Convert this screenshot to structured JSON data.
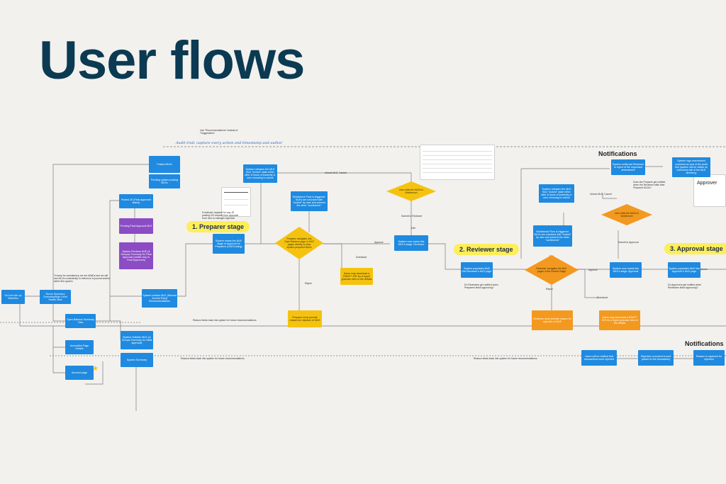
{
  "title": "User flows",
  "annotations": {
    "audit_trail": "Audit trail: capture every action and timestamp and author",
    "recommendations_note": "Use \"Recommendations\" instead of \"Suggestions\""
  },
  "stages": {
    "preparer": "1. Preparer stage",
    "reviewer": "2. Reviewer stage",
    "approval": "3. Approval stage"
  },
  "headings": {
    "notifications_top": "Notifications",
    "notifications_bottom": "Notifications"
  },
  "approver_card": {
    "label": "Approver"
  },
  "notes": {
    "consistency": "To keep for consistency, we are MitsDs and we will use MLDs consistently in reference to journal entries within this system",
    "reviewer_notified": "Do Reviewers get notified when Preparers finish approving?",
    "approvers_notified": "Do Approvers get notified when Reviewers finish approving?",
    "preparer_notified": "Does the Preparer get notified when the Reviewer edits their Prepared MLDs?",
    "feedback": "Reason feeds back into system for future recommendations",
    "feedback_2": "Reason feeds back into system for future recommendations",
    "feedback_3": "Reason feeds back into system for future recommendations",
    "review_required": "If reviewer required for any JE posting OG request from approval from new to manager approval",
    "edit": "Edit",
    "edit_2": "Edit",
    "reject": "Reject",
    "reject_2": "Reject",
    "approve": "Approve",
    "approve_2": "Approve",
    "approve_3": "Approve",
    "download": "Download",
    "download_2": "Download",
    "submit_reviewer": "Submit to Reviewer",
    "submit_approval": "Submit to Approval",
    "unlock_cancel": "Unlock MLE, Cancel",
    "unlock_cancel_2": "Unlock MLE, Cancel"
  },
  "nodes": {
    "go_from_tier": "Go from tier up Selection",
    "recon_summary": "Recon Summary Summary/High Level Health View",
    "open_balance": "Open Balance Summary View",
    "anomalies": "Anomalies Page Details",
    "account_page": "Account page",
    "posted_mles": "Posted MLEs",
    "pending_posting": "Pending system posting MLEs",
    "posted_je": "Posted JE (Final approved status)",
    "pending_final": "Pending Final Approval MLE",
    "system_reviews": "System Reviews MJE (& Groups) Summary for Final Approval (visible only to Final Approvers)",
    "system_creates_mle": "System creates MLE (Manual Journal Entry) Recommendations",
    "system_suitable": "System Suitable MLE (or Groups Summary for initial approval)",
    "system_summary": "System Summary",
    "system_marks_stage": "System marks the MLE stage of approval for Preparers (USD/Listing)",
    "system_releases_lock": "System releases the MLE from \"locked\" state either after 8 hours of inactivity or user choosing to unlock",
    "workbench_flow": "Workbench Flow is triggered. MLEs are unlocked with \"locked\" by user and present the other \"workbench\"",
    "system_marks_reviewer": "System now marks this MLE's stage: Reviewer",
    "system_populates_mle": "System populates MLE into Reviewer's MLE page",
    "users_download": "Users may download a DRAFT JVD for a hyper granular view of the details",
    "preparer_reason": "Preparer must provide reason for rejection of MLE",
    "reviewer_reason": "Reviewer must provide reason for rejection of MLE",
    "system_releases_lock_2": "System releases the MLE from \"locked\" state either after 8 hours of inactivity or user choosing to unlock",
    "workbench_flow_2": "Workbench Flow is triggered. MLEs are unlocked with \"locked\" by user and present the other \"workbench\"",
    "system_marks_approval": "System now marks this MLE's stage: Approval",
    "users_download_2": "Users may download a DRAFT JVD for a hyper granular view of the details",
    "system_populates_approver": "System populates MLE into Approver's MLE page",
    "system_notify_reviewer": "System notify last Reviewer to reject of the requested amendment",
    "system_logs_amendment": "System logs amendment comment as part of the audit trail (system will be visible on comments tab of the MLE directory)",
    "users_notify": "Users will be notified that transactions were rejected",
    "rejection_comment": "Rejection comment is sent (attach to the transaction)",
    "reason_rejection": "Reason is captured for rejection"
  },
  "diamonds": {
    "preparer_navigates": "Preparer navigates into Open Balance page or MLE pages directly to view system prepared MLEs",
    "user_edits_1": "User edits the MLEs in Workbench",
    "reviewer_navigates": "Reviewer navigates the MLE pages in the Review Stage",
    "user_edits_2": "User edits the MLEs in Workbench"
  },
  "colors": {
    "title": "#0b3a52",
    "node_blue": "#1f8ae0",
    "node_purple": "#8b4cc4",
    "node_orange": "#f3991f",
    "node_yellow": "#f5c30f",
    "stage_highlight": "#fdee5a",
    "background": "#f2f1ee"
  }
}
